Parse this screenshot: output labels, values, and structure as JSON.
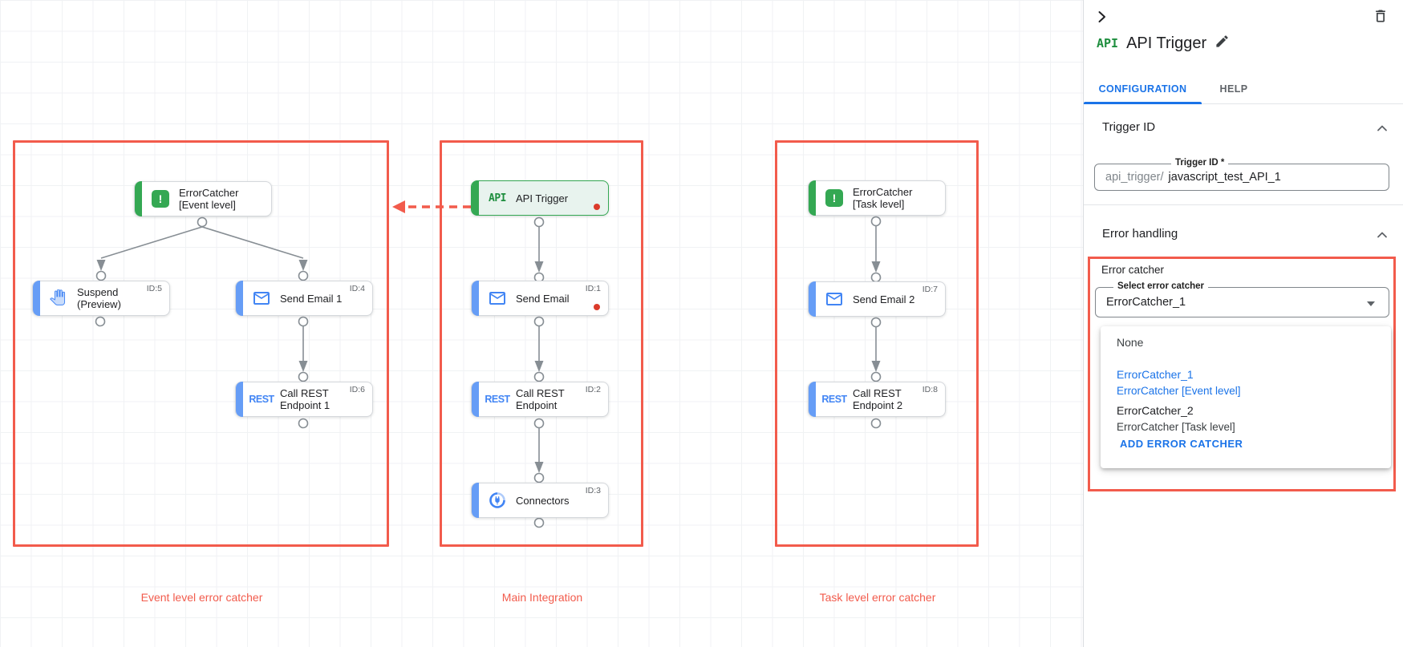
{
  "canvas": {
    "groups": [
      {
        "label": "Event level error catcher"
      },
      {
        "label": "Main Integration"
      },
      {
        "label": "Task level error catcher"
      }
    ],
    "nodes": [
      {
        "label": "ErrorCatcher [Event level]",
        "id": ""
      },
      {
        "label": "Suspend (Preview)",
        "id": "ID:5"
      },
      {
        "label": "Send Email 1",
        "id": "ID:4"
      },
      {
        "label": "Call REST Endpoint 1",
        "id": "ID:6"
      },
      {
        "label": "API Trigger",
        "id": ""
      },
      {
        "label": "Send Email",
        "id": "ID:1"
      },
      {
        "label": "Call REST Endpoint",
        "id": "ID:2"
      },
      {
        "label": "Connectors",
        "id": "ID:3"
      },
      {
        "label": "ErrorCatcher [Task level]",
        "id": ""
      },
      {
        "label": "Send Email 2",
        "id": "ID:7"
      },
      {
        "label": "Call REST Endpoint 2",
        "id": "ID:8"
      }
    ],
    "icon_labels": {
      "error_mark": "!",
      "api": "API",
      "rest": "REST"
    }
  },
  "panel": {
    "title": "API Trigger",
    "title_icon": "API",
    "tabs": [
      {
        "label": "CONFIGURATION"
      },
      {
        "label": "HELP"
      }
    ],
    "sections": {
      "trigger_id": {
        "title": "Trigger ID",
        "field_label": "Trigger ID *",
        "prefix": "api_trigger/",
        "value": "javascript_test_API_1"
      },
      "error_handling": {
        "title": "Error handling",
        "subsection": "Error catcher",
        "select_label": "Select error catcher",
        "select_value": "ErrorCatcher_1",
        "menu": {
          "none_label": "None",
          "options": [
            {
              "name": "ErrorCatcher_1",
              "desc": "ErrorCatcher [Event level]"
            },
            {
              "name": "ErrorCatcher_2",
              "desc": "ErrorCatcher [Task level]"
            }
          ],
          "add_label": "ADD ERROR CATCHER"
        }
      }
    }
  },
  "colors": {
    "annotation_red": "#F25B4C",
    "primary_blue": "#1A73E8",
    "task_blue": "#4285F4",
    "trigger_green": "#34A853",
    "status_dot_red": "#DB3B2B"
  }
}
